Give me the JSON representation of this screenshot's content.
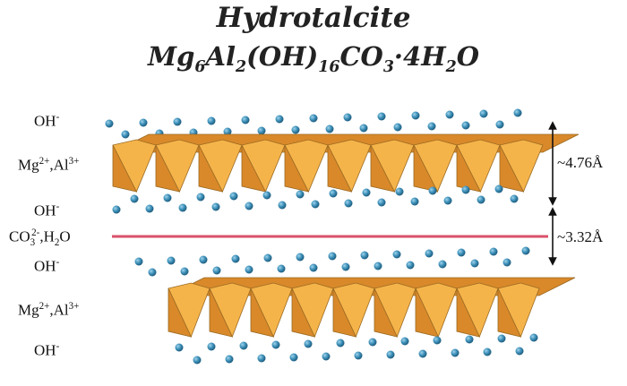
{
  "title": {
    "name": "Hydrotalcite",
    "formula": [
      {
        "t": "Mg",
        "sub": false
      },
      {
        "t": "6",
        "sub": true
      },
      {
        "t": "Al",
        "sub": false
      },
      {
        "t": "2",
        "sub": true
      },
      {
        "t": "(OH)",
        "sub": false
      },
      {
        "t": "16",
        "sub": true
      },
      {
        "t": "CO",
        "sub": false
      },
      {
        "t": "3",
        "sub": true
      },
      {
        "t": "·4H",
        "sub": false
      },
      {
        "t": "2",
        "sub": true
      },
      {
        "t": "O",
        "sub": false
      }
    ]
  },
  "labels": {
    "oh_top": {
      "base": "OH",
      "sup": "-"
    },
    "metal_top": {
      "a": "Mg",
      "a_sup": "2+",
      "sep": ",Al",
      "b_sup": "3+"
    },
    "oh_upper_mid": {
      "base": "OH",
      "sup": "-"
    },
    "interlayer": {
      "a": "CO",
      "a_sub": "3",
      "a_sup": "2-",
      "rest": ",H",
      "rest_sub": "2",
      "end": "O"
    },
    "oh_lower_mid": {
      "base": "OH",
      "sup": "-"
    },
    "metal_bottom": {
      "a": "Mg",
      "a_sup": "2+",
      "sep": ",Al",
      "b_sup": "3+"
    },
    "oh_bottom": {
      "base": "OH",
      "sup": "-"
    }
  },
  "measurements": {
    "layer_thickness": "~4.76Å",
    "interlayer_spacing": "~3.32Å"
  },
  "colors": {
    "octahedron_light": "#f5b44a",
    "octahedron_dark": "#d9892a",
    "octahedron_edge": "#9a6a22",
    "hydroxyl": "#3d8fb8",
    "interlayer_line": "#d9506a",
    "arrow": "#111111"
  }
}
